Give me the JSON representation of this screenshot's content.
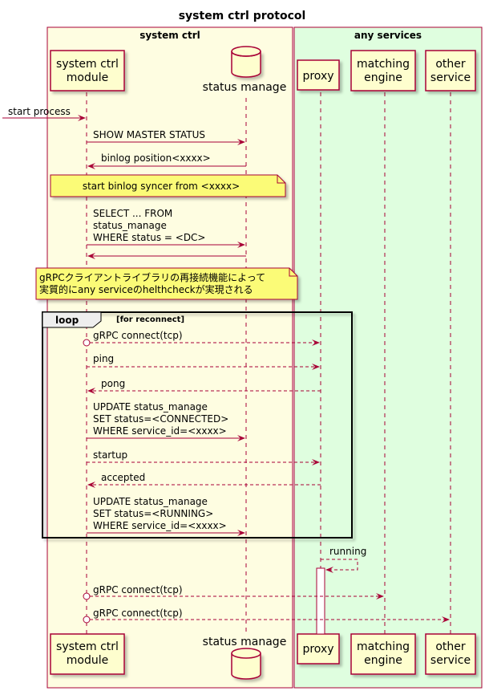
{
  "title": "system ctrl protocol",
  "boxes": [
    {
      "label": "system ctrl",
      "color": "#FEFDE1"
    },
    {
      "label": "any services",
      "color": "#DFFEDF"
    }
  ],
  "participants": [
    {
      "id": "sc",
      "line1": "system ctrl",
      "line2": "module",
      "kind": "participant"
    },
    {
      "id": "sm",
      "line1": "status manage",
      "line2": "",
      "kind": "database"
    },
    {
      "id": "px",
      "line1": "proxy",
      "line2": "",
      "kind": "participant"
    },
    {
      "id": "me",
      "line1": "matching",
      "line2": "engine",
      "kind": "participant"
    },
    {
      "id": "os",
      "line1": "other",
      "line2": "service",
      "kind": "participant"
    }
  ],
  "messages": [
    {
      "from": "start",
      "to": "sc",
      "lines": [
        "start process"
      ],
      "dashed": false
    },
    {
      "from": "sc",
      "to": "sm",
      "lines": [
        "SHOW MASTER STATUS"
      ],
      "dashed": false
    },
    {
      "from": "sm",
      "to": "sc",
      "lines": [
        "binlog position<xxxx>"
      ],
      "dashed": false
    },
    {
      "from": "sc",
      "to": "sm",
      "lines": [
        "SELECT ... FROM",
        "status_manage",
        "WHERE status = <DC>"
      ],
      "dashed": false
    },
    {
      "from": "sm",
      "to": "sc",
      "lines": [],
      "dashed": false
    },
    {
      "from": "sc",
      "to": "px",
      "lines": [
        "gRPC connect(tcp)"
      ],
      "dashed": true,
      "circle": true
    },
    {
      "from": "sc",
      "to": "px",
      "lines": [
        "ping"
      ],
      "dashed": true
    },
    {
      "from": "px",
      "to": "sc",
      "lines": [
        "pong"
      ],
      "dashed": true
    },
    {
      "from": "sc",
      "to": "sm",
      "lines": [
        "UPDATE status_manage",
        "SET status=<CONNECTED>",
        "WHERE service_id=<xxxx>"
      ],
      "dashed": false
    },
    {
      "from": "sc",
      "to": "px",
      "lines": [
        "startup"
      ],
      "dashed": true
    },
    {
      "from": "px",
      "to": "sc",
      "lines": [
        "accepted"
      ],
      "dashed": true
    },
    {
      "from": "sc",
      "to": "sm",
      "lines": [
        "UPDATE status_manage",
        "SET status=<RUNNING>",
        "WHERE service_id=<xxxx>"
      ],
      "dashed": false
    },
    {
      "from": "px",
      "to": "px",
      "lines": [
        "running"
      ],
      "dashed": true
    },
    {
      "from": "sc",
      "to": "me",
      "lines": [
        "gRPC connect(tcp)"
      ],
      "dashed": true,
      "circle": true
    },
    {
      "from": "sc",
      "to": "os",
      "lines": [
        "gRPC connect(tcp)"
      ],
      "dashed": true,
      "circle": true
    }
  ],
  "notes": [
    {
      "lines": [
        "start binlog syncer from <xxxx>"
      ]
    },
    {
      "lines": [
        "gRPCクライアントライブラリの再接続機能によって",
        "実質的にany serviceのhelthcheckが実現される"
      ]
    }
  ],
  "loop": {
    "keyword": "loop",
    "condition": "[for reconnect]"
  },
  "colors": {
    "arrow": "#A80036",
    "note_fill": "#FBFB77",
    "participant_fill": "#FEFECE",
    "participant_border": "#A80036"
  }
}
